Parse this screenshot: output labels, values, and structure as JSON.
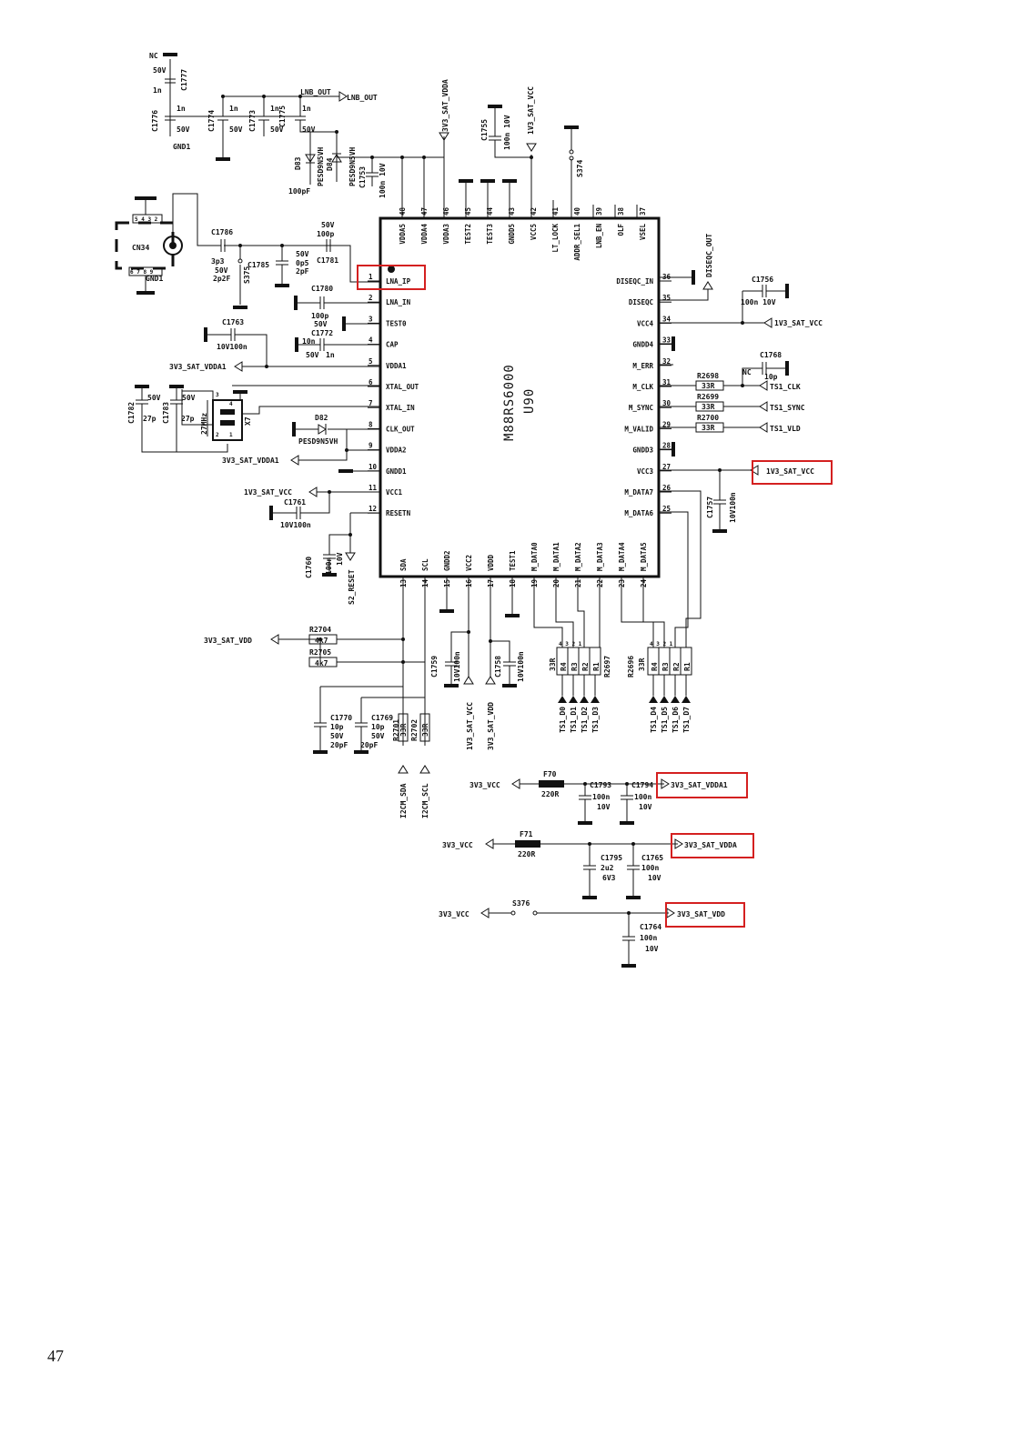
{
  "chip": {
    "part": "M88RS6000",
    "ref": "U90",
    "left_pins": [
      {
        "num": "1",
        "name": "LNA_IP"
      },
      {
        "num": "2",
        "name": "LNA_IN"
      },
      {
        "num": "3",
        "name": "TEST0"
      },
      {
        "num": "4",
        "name": "CAP"
      },
      {
        "num": "5",
        "name": "VDDA1"
      },
      {
        "num": "6",
        "name": "XTAL_OUT"
      },
      {
        "num": "7",
        "name": "XTAL_IN"
      },
      {
        "num": "8",
        "name": "CLK_OUT"
      },
      {
        "num": "9",
        "name": "VDDA2"
      },
      {
        "num": "10",
        "name": "GNDD1"
      },
      {
        "num": "11",
        "name": "VCC1"
      },
      {
        "num": "12",
        "name": "RESETN"
      }
    ],
    "right_pins": [
      {
        "num": "36",
        "name": "DISEQC_IN"
      },
      {
        "num": "35",
        "name": "DISEQC"
      },
      {
        "num": "34",
        "name": "VCC4"
      },
      {
        "num": "33",
        "name": "GNDD4"
      },
      {
        "num": "32",
        "name": "M_ERR"
      },
      {
        "num": "31",
        "name": "M_CLK"
      },
      {
        "num": "30",
        "name": "M_SYNC"
      },
      {
        "num": "29",
        "name": "M_VALID"
      },
      {
        "num": "28",
        "name": "GNDD3"
      },
      {
        "num": "27",
        "name": "VCC3"
      },
      {
        "num": "26",
        "name": "M_DATA7"
      },
      {
        "num": "25",
        "name": "M_DATA6"
      }
    ],
    "top_pins": [
      {
        "num": "48",
        "name": "VDDA5"
      },
      {
        "num": "47",
        "name": "VDDA4"
      },
      {
        "num": "46",
        "name": "VDDA3"
      },
      {
        "num": "45",
        "name": "TEST2"
      },
      {
        "num": "44",
        "name": "TEST3"
      },
      {
        "num": "43",
        "name": "GNDD5"
      },
      {
        "num": "42",
        "name": "VCC5"
      },
      {
        "num": "41",
        "name": "LT_LOCK"
      },
      {
        "num": "40",
        "name": "ADDR_SEL1"
      },
      {
        "num": "39",
        "name": "LNB_EN"
      },
      {
        "num": "38",
        "name": "OLF"
      },
      {
        "num": "37",
        "name": "VSEL"
      }
    ],
    "bottom_pins": [
      {
        "num": "13",
        "name": "SDA"
      },
      {
        "num": "14",
        "name": "SCL"
      },
      {
        "num": "15",
        "name": "GNDD2"
      },
      {
        "num": "16",
        "name": "VCC2"
      },
      {
        "num": "17",
        "name": "VDDD"
      },
      {
        "num": "18",
        "name": "TEST1"
      },
      {
        "num": "19",
        "name": "M_DATA0"
      },
      {
        "num": "20",
        "name": "M_DATA1"
      },
      {
        "num": "21",
        "name": "M_DATA2"
      },
      {
        "num": "22",
        "name": "M_DATA3"
      },
      {
        "num": "23",
        "name": "M_DATA4"
      },
      {
        "num": "24",
        "name": "M_DATA5"
      }
    ]
  },
  "nets": {
    "lnb_out": "LNB_OUT",
    "v33_sat_vdda": "3V3_SAT_VDDA",
    "v13_sat_vcc": "1V3_SAT_VCC",
    "v33_sat_vdda1": "3V3_SAT_VDDA1",
    "v33_sat_vdd": "3V3_SAT_VDD",
    "v3_vcc": "3V3_VCC",
    "diseqc_out": "DISEQC_OUT",
    "ts1_clk": "TS1_CLK",
    "ts1_sync": "TS1_SYNC",
    "ts1_vld": "TS1_VLD",
    "i2cm_sda": "I2CM_SDA",
    "i2cm_scl": "I2CM_SCL",
    "s2_reset": "S2_RESET",
    "gnd1": "GND1",
    "nc": "NC",
    "ts_data": [
      "TS1_D0",
      "TS1_D1",
      "TS1_D2",
      "TS1_D3",
      "TS1_D4",
      "TS1_D5",
      "TS1_D6",
      "TS1_D7"
    ]
  },
  "components": {
    "c1777": {
      "ref": "C1777",
      "v1": "50V",
      "v2": "1n"
    },
    "c1776": {
      "ref": "C1776",
      "v1": "1n",
      "v2": "50V"
    },
    "c1774": {
      "ref": "C1774",
      "v1": "1n",
      "v2": "50V"
    },
    "c1773": {
      "ref": "C1773",
      "v1": "1n",
      "v2": "50V"
    },
    "c1775": {
      "ref": "C1775",
      "v1": "1n",
      "v2": "50V"
    },
    "d83": {
      "ref": "D83",
      "part": "PESD9N5VH",
      "v": "100pF"
    },
    "d84": {
      "ref": "D84",
      "part": "PESD9N5VH"
    },
    "c1753": {
      "ref": "C1753",
      "v": "100n 10V"
    },
    "c1755": {
      "ref": "C1755",
      "v": "100n 10V"
    },
    "s374": "S374",
    "cn34": "CN34",
    "c1786": {
      "ref": "C1786",
      "v1": "3p3",
      "v2": "50V",
      "v3": "2p2F"
    },
    "s375": "S375",
    "c1785": {
      "ref": "C1785",
      "v1": "50V",
      "v2": "0p5",
      "v3": "2pF"
    },
    "c1781": {
      "ref": "C1781",
      "v1": "50V",
      "v2": "100p"
    },
    "c1780": {
      "ref": "C1780",
      "v1": "100p",
      "v2": "50V"
    },
    "c1763": {
      "ref": "C1763",
      "v": "10V100n"
    },
    "c1772": {
      "ref": "C1772",
      "v1": "10n",
      "v2": "50V",
      "v3": "1n"
    },
    "c1782": {
      "ref": "C1782",
      "v1": "50V",
      "v2": "27p"
    },
    "c1783": {
      "ref": "C1783",
      "v1": "50V",
      "v2": "27p"
    },
    "x7": {
      "ref": "X7",
      "v": "27MHz"
    },
    "d82": {
      "ref": "D82",
      "part": "PESD9N5VH"
    },
    "c1761": {
      "ref": "C1761",
      "v": "10V100n"
    },
    "c1760": {
      "ref": "C1760",
      "v1": "100n",
      "v2": "10V"
    },
    "c1756": {
      "ref": "C1756",
      "v": "100n 10V"
    },
    "c1768": {
      "ref": "C1768",
      "v": "10p"
    },
    "r2698": {
      "ref": "R2698",
      "v": "33R"
    },
    "r2699": {
      "ref": "R2699",
      "v": "33R"
    },
    "r2700": {
      "ref": "R2700",
      "v": "33R"
    },
    "c1757": {
      "ref": "C1757",
      "v": "10V100n"
    },
    "r2704": {
      "ref": "R2704",
      "v": "4k7"
    },
    "r2705": {
      "ref": "R2705",
      "v": "4k7"
    },
    "c1759": {
      "ref": "C1759",
      "v": "10V100n"
    },
    "c1758": {
      "ref": "C1758",
      "v": "10V100n"
    },
    "r2697": {
      "ref": "R2697",
      "v": "33R"
    },
    "r2696": {
      "ref": "R2696",
      "v": "33R"
    },
    "c1770": {
      "ref": "C1770",
      "v1": "10p",
      "v2": "50V",
      "v3": "20pF"
    },
    "c1769": {
      "ref": "C1769",
      "v1": "10p",
      "v2": "50V",
      "v3": "20pF"
    },
    "r2701": {
      "ref": "R2701",
      "v": "33R"
    },
    "r2702": {
      "ref": "R2702",
      "v": "33R"
    },
    "f70": {
      "ref": "F70",
      "v": "220R"
    },
    "c1793": {
      "ref": "C1793",
      "v1": "100n",
      "v2": "10V"
    },
    "c1794": {
      "ref": "C1794",
      "v1": "100n",
      "v2": "10V"
    },
    "f71": {
      "ref": "F71",
      "v": "220R"
    },
    "c1795": {
      "ref": "C1795",
      "v1": "2u2",
      "v2": "6V3"
    },
    "c1765": {
      "ref": "C1765",
      "v1": "100n",
      "v2": "10V"
    },
    "s376": "S376",
    "c1764": {
      "ref": "C1764",
      "v1": "100n",
      "v2": "10V"
    },
    "rn_pins": [
      "R4",
      "R3",
      "R2",
      "R1"
    ]
  },
  "highlight_color": "#d42020",
  "page_number": "47"
}
